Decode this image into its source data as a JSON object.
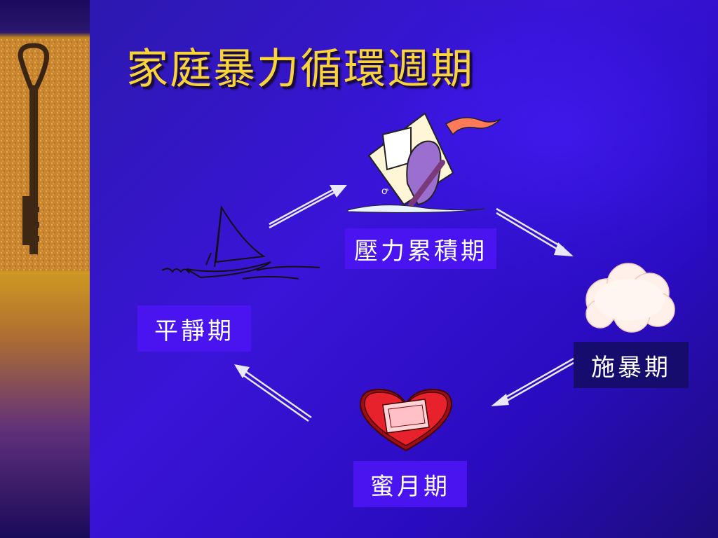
{
  "slide": {
    "title": "家庭暴力循環週期",
    "stages": {
      "pressure": "壓力累積期",
      "calm": "平靜期",
      "violence": "施暴期",
      "honeymoon": "蜜月期"
    },
    "images": {
      "side": "key-photo",
      "pressure": "sinking-person-clipart",
      "calm": "sailboat-clipart",
      "violence": "cloud-clipart",
      "honeymoon": "heart-box-clipart"
    },
    "colors": {
      "title": "#f8d43a",
      "label_box": "#4a14f0",
      "label_box_dark": "#160c6e",
      "arrow": "#e8e8f8"
    }
  }
}
